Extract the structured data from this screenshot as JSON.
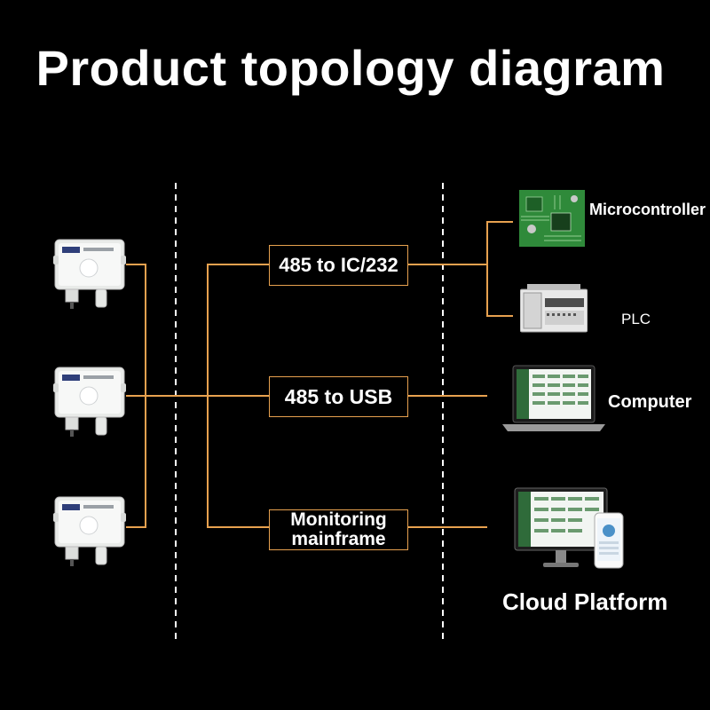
{
  "title": "Product topology diagram",
  "converters": {
    "rs485_ic232": "485 to IC/232",
    "rs485_usb": "485 to USB",
    "monitoring_line1": "Monitoring",
    "monitoring_line2": "mainframe"
  },
  "devices": {
    "microcontroller": "Microcontroller",
    "plc": "PLC",
    "computer": "Computer",
    "cloud": "Cloud Platform"
  },
  "colors": {
    "background": "#000000",
    "connector": "#e7a14f",
    "divider": "#ffffff",
    "pcb": "#2f8a3a"
  }
}
